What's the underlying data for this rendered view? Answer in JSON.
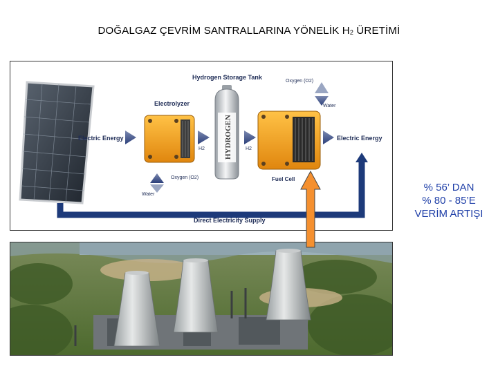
{
  "title": {
    "text": "DOĞALGAZ ÇEVRİM  SANTRALLARINA YÖNELİK H",
    "subscript": "2",
    "suffix": " ÜRETİMİ"
  },
  "diagram": {
    "storage_tank_label": "Hydrogen Storage Tank",
    "electrolyzer_label": "Electrolyzer",
    "fuel_cell_label": "Fuel Cell",
    "electric_in_label": "Electric Energy",
    "electric_out_label": "Electric Energy",
    "oxygen_top_label": "Oxygen (O2)",
    "water_top_label": "Water",
    "oxygen_bottom_label": "Oxygen (O2)",
    "water_bottom_label": "Water",
    "h2_left_label": "H2",
    "h2_right_label": "H2",
    "tank_text": "HYDROGEN",
    "supply_label": "Direct Electricity Supply"
  },
  "efficiency": {
    "line1": "% 56’ DAN",
    "line2": "% 80 - 85’E",
    "line3": "VERİM ARTIŞI"
  },
  "colors": {
    "accent_orange": "#f5902f",
    "diagram_blue": "#1d3a7a",
    "label_blue": "#1f3fa8",
    "cell_orange": "#f4a31c"
  }
}
